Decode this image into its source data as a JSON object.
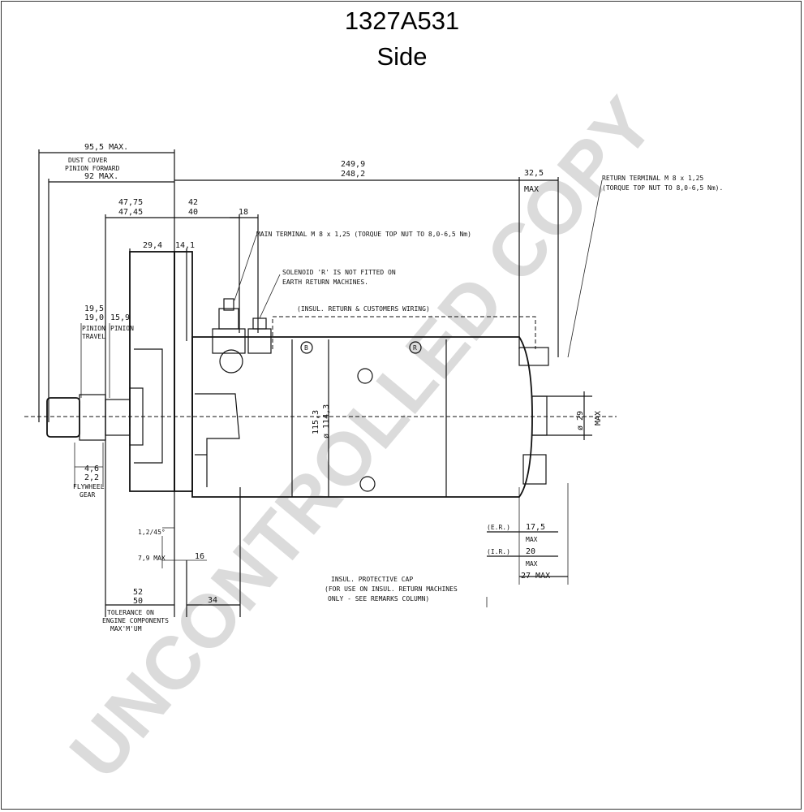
{
  "header": {
    "part_number": "1327A531",
    "view": "Side"
  },
  "watermark": "UNCONTROLLED COPY",
  "dimensions": {
    "d1": "95,5 MAX.",
    "d2a": "DUST COVER",
    "d2b": "PINION FORWARD",
    "d2c": "92 MAX.",
    "d3a": "249,9",
    "d3b": "248,2",
    "d4a": "32,5",
    "d4b": "MAX",
    "d5a": "47,75",
    "d5b": "47,45",
    "d6a": "42",
    "d6b": "40",
    "d7": "18",
    "d8": "29,4",
    "d9": "14,1",
    "d10a": "19,5",
    "d10b": "19,0",
    "d11": "15,9",
    "d12a": "PINION",
    "d12b": "TRAVEL",
    "d13": "PINION",
    "d14a": "4,6",
    "d14b": "2,2",
    "d15a": "FLYWHEEL",
    "d15b": "GEAR",
    "d16": "1,2/45°",
    "d17": "7,9 MAX",
    "d18": "16",
    "d19a": "52",
    "d19b": "50",
    "d20": "34",
    "d21a": "TOLERANCE ON",
    "d21b": "ENGINE COMPONENTS",
    "d21c": "MAX'M'UM",
    "d22a": "115,3",
    "d22b": "ø 114,3",
    "d23": "ø 29",
    "d24": "MAX",
    "d25a": "(E.R.)",
    "d25b": "17,5",
    "d25c": "MAX",
    "d26a": "(I.R.)",
    "d26b": "20",
    "d26c": "MAX",
    "d27": "27 MAX"
  },
  "notes": {
    "main_terminal": "MAIN TERMINAL M 8 x 1,25 (TORQUE TOP NUT TO 8,0-6,5 Nm)",
    "solenoid_a": "SOLENOID 'R' IS NOT FITTED ON",
    "solenoid_b": "EARTH RETURN MACHINES.",
    "insul": "(INSUL. RETURN & CUSTOMERS WIRING)",
    "return_a": "RETURN TERMINAL M 8 x 1,25",
    "return_b": "(TORQUE TOP NUT TO 8,0-6,5 Nm).",
    "cap_a": "INSUL. PROTECTIVE CAP",
    "cap_b": "(FOR USE ON INSUL. RETURN MACHINES",
    "cap_c": "ONLY - SEE REMARKS COLUMN)",
    "mark_b": "B",
    "mark_r": "R"
  }
}
